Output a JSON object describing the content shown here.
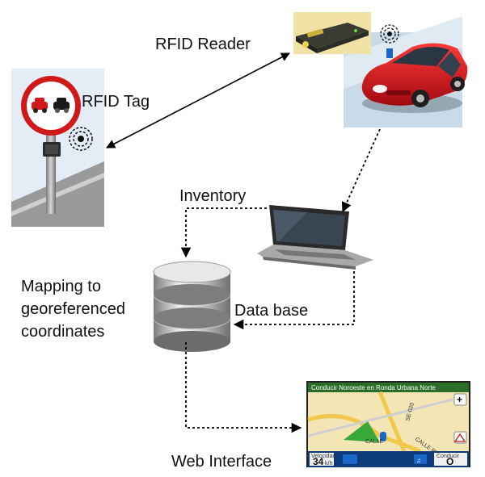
{
  "labels": {
    "rfid_reader": "RFID Reader",
    "rfid_tag": "RFID Tag",
    "inventory": "Inventory",
    "mapping": [
      "Mapping to",
      "georeferenced",
      "coordinates"
    ],
    "data_base": "Data base",
    "web_interface": "Web Interface"
  },
  "gps_screen": {
    "header": "Conducir Noroeste en Ronda Urbana Norte",
    "streets": [
      "CALLE",
      "CALLE PINO",
      "SE-020"
    ],
    "speed_label": "Velocidad",
    "speed_value": "34",
    "speed_unit": "k/h",
    "drive_label": "Conducir",
    "drive_value": "O"
  },
  "colors": {
    "car_red": "#d8141e",
    "sign_red": "#d01a1a",
    "gps_header": "#2a6e2a",
    "gps_map": "#f3e6b4",
    "road_yellow": "#f2c84a"
  },
  "icons": [
    "car-icon",
    "no-overtaking-sign-icon",
    "rfid-tag-icon",
    "rfid-reader-icon",
    "laptop-icon",
    "database-icon",
    "gps-screen-icon"
  ]
}
